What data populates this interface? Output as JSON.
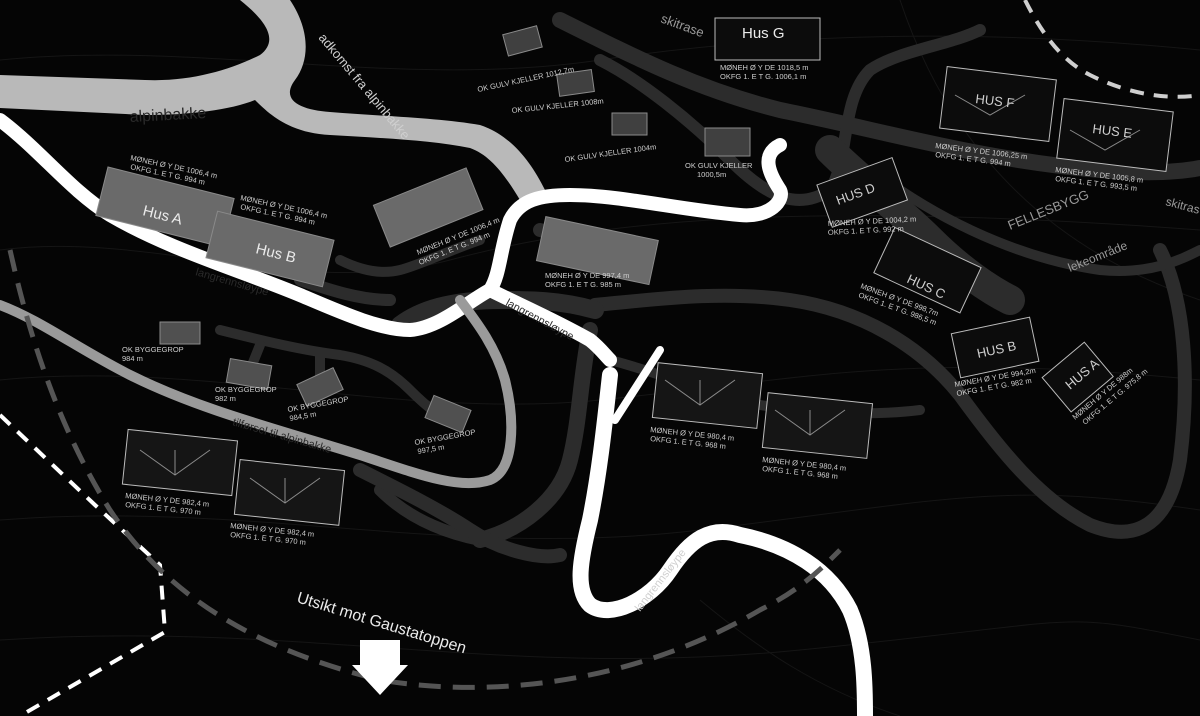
{
  "map": {
    "areas": {
      "alpinbakke": "alpinbakke",
      "adkomst": "adkomst fra alpinbakke",
      "skitrase": "skitrase",
      "skitrase_edge": "skitras",
      "fellesbygg": "FELLESBYGG",
      "lekeomrade": "lekeområde",
      "tilforsel": "tilførsel til alpinbakke",
      "utsikt": "Utsikt mot Gaustatoppen"
    },
    "trails": {
      "langrennsloype": "langrennsløype"
    },
    "houses": {
      "hus_a_left": "Hus A",
      "hus_b_left": "Hus B",
      "hus_g": "Hus G",
      "hus_f": "HUS F",
      "hus_e": "HUS E",
      "hus_d": "HUS D",
      "hus_c": "HUS C",
      "hus_b_right": "HUS B",
      "hus_a_right": "HUS A"
    },
    "levels": {
      "hus_a_left_m": "MØNEH Ø Y DE 1006,4 m",
      "hus_a_left_o": "OKFG 1. E T G. 994 m",
      "hus_b_left_m": "MØNEH Ø Y DE 1006,4 m",
      "hus_b_left_o": "OKFG 1. E T G. 994 m",
      "mid_block_m": "MØNEH Ø Y DE 1006,4 m",
      "mid_block_o": "OKFG 1. E T G. 994 m",
      "center_m": "MØNEH Ø Y DE 997,4 m",
      "center_o": "OKFG 1. E T G. 985 m",
      "hus_g_m": "MØNEH Ø Y DE 1018,5 m",
      "hus_g_o": "OKFG 1. E T G. 1006,1 m",
      "hus_f_m": "MØNEH Ø Y DE 1006,25 m",
      "hus_f_o": "OKFG 1. E T G. 994 m",
      "hus_e_m": "MØNEH Ø Y DE 1005,8 m",
      "hus_e_o": "OKFG 1. E T G. 993,5 m",
      "hus_d_m": "MØNEH Ø Y DE 1004,2 m",
      "hus_d_o": "OKFG 1. E T G. 992 m",
      "hus_c_m": "MØNEH Ø Y DE 998,7m",
      "hus_c_o": "OKFG 1. E T G. 986,5 m",
      "hus_b_right_m": "MØNEH Ø Y DE 994,2m",
      "hus_b_right_o": "OKFG 1. E T G. 982 m",
      "hus_a_right_m": "MØNEH Ø Y DE 988m",
      "hus_a_right_o": "OKFG 1. E T G. 975,8 m",
      "row_r1_m": "MØNEH Ø Y DE 980,4 m",
      "row_r1_o": "OKFG 1. E T G. 968 m",
      "row_r2_m": "MØNEH Ø Y DE 980,4 m",
      "row_r2_o": "OKFG 1. E T G. 968 m",
      "row_l1_m": "MØNEH Ø Y DE 982,4 m",
      "row_l1_o": "OKFG 1. E T G. 970 m",
      "row_l2_m": "MØNEH Ø Y DE 982,4 m",
      "row_l2_o": "OKFG 1. E T G. 970 m"
    },
    "basements": {
      "k1": "OK GULV KJELLER 1012,7m",
      "k2": "OK GULV KJELLER 1008m",
      "k3": "OK GULV KJELLER 1004m",
      "k4_a": "OK GULV KJELLER",
      "k4_b": "1000,5m"
    },
    "pits": {
      "p1_a": "OK BYGGEGROP",
      "p1_b": "984 m",
      "p2_a": "OK BYGGEGROP",
      "p2_b": "982 m",
      "p3_a": "OK BYGGEGROP",
      "p3_b": "984,5 m",
      "p4_a": "OK BYGGEGROP",
      "p4_b": "997,5 m"
    },
    "colors": {
      "background": "#050505",
      "ski_slope": "#b9b9b9",
      "xc_trail": "#ffffff",
      "road": "#2c2c2c",
      "building": "#6a6a6a",
      "boundary": "#ffffff",
      "view_line": "#555555"
    }
  }
}
